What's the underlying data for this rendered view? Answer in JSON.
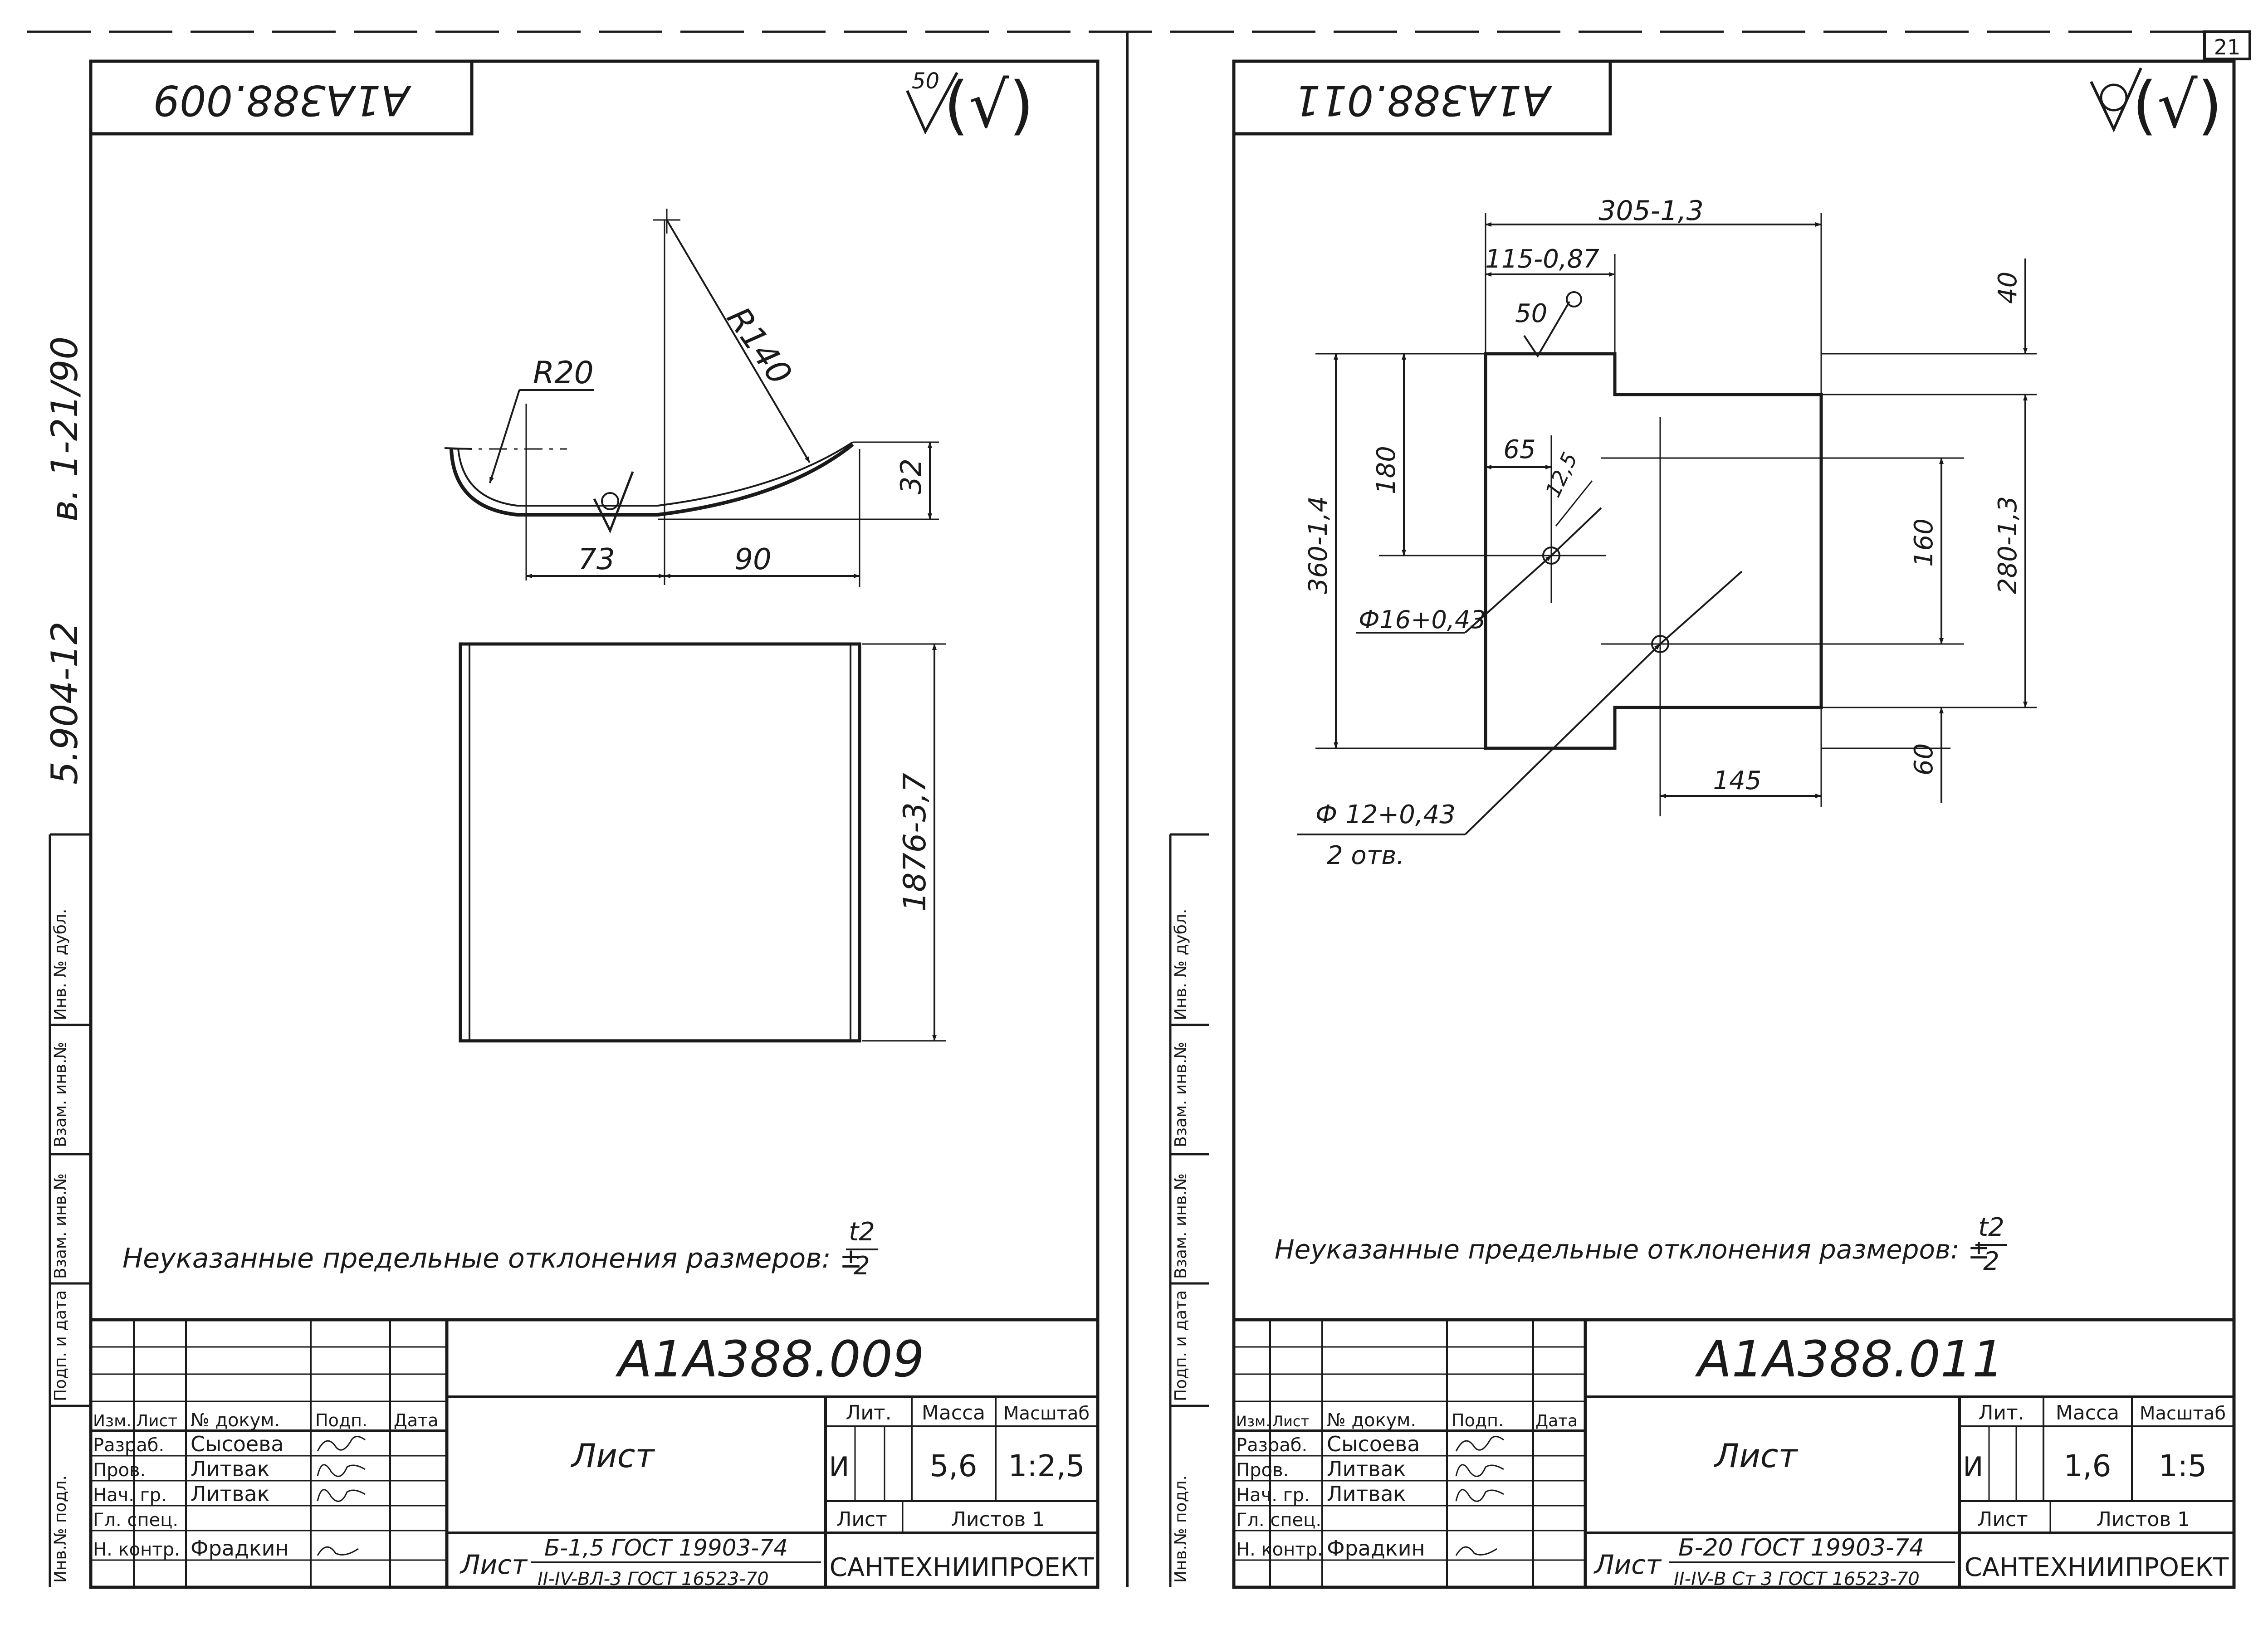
{
  "page_number": "21",
  "margin_labels": {
    "series": "5.904-12",
    "issue": "в. 1-21/90",
    "fields": [
      "Взам. инв.№",
      "Инв. № дубл.",
      "Подп. и дата",
      "Взам. инв.№",
      "Подп. и дата",
      "Инв.№ подл."
    ]
  },
  "sheets": [
    {
      "id": "left",
      "corner_designation": "А1А388.009",
      "roughness_value": "50",
      "roughness_general": "(√)",
      "dims": {
        "radius_big": "R140",
        "radius_small": "R20",
        "height": "32",
        "left_len": "73",
        "right_len": "90",
        "length": "1876-3,7"
      },
      "note": "Неуказанные предельные отклонения размеров: ±",
      "note_frac_num": "t2",
      "note_frac_den": "2",
      "title_block": {
        "designation": "А1А388.009",
        "name": "Лист",
        "headers": {
          "izm": "Изм.",
          "list": "Лист",
          "doc": "№ докум.",
          "sign": "Подп.",
          "date": "Дата"
        },
        "roles": [
          {
            "role": "Разраб.",
            "person": "Сысоева"
          },
          {
            "role": "Пров.",
            "person": "Литвак"
          },
          {
            "role": "Нач. гр.",
            "person": "Литвак"
          },
          {
            "role": "Гл. спец.",
            "person": ""
          },
          {
            "role": "Н. контр.",
            "person": "Фрадкин"
          }
        ],
        "lit_label": "Лит.",
        "mass_label": "Масса",
        "scale_label": "Масштаб",
        "lit": "И",
        "mass": "5,6",
        "scale": "1:2,5",
        "sheet_label": "Лист",
        "sheets_label": "Листов 1",
        "material_prefix": "Лист",
        "material_top": "Б-1,5 ГОСТ 19903-74",
        "material_bottom": "II-IV-ВЛ-3 ГОСТ 16523-70",
        "org": "САНТЕХНИИПРОЕКТ"
      }
    },
    {
      "id": "right",
      "corner_designation": "А1А388.011",
      "roughness_general": "(√)",
      "dims": {
        "width": "305-1,3",
        "top_step": "115-0,87",
        "roughness": "50",
        "d40": "40",
        "d180": "180",
        "d360": "360-1,4",
        "d65": "65",
        "d125": "12,5",
        "d160": "160",
        "d280": "280-1,3",
        "hole1": "Ф16+0,43",
        "hole2": "Ф 12+0,43",
        "holes_count": "2 отв.",
        "d145": "145",
        "d60": "60"
      },
      "note": "Неуказанные предельные отклонения размеров: ±",
      "note_frac_num": "t2",
      "note_frac_den": "2",
      "title_block": {
        "designation": "А1А388.011",
        "name": "Лист",
        "headers": {
          "izm": "Изм.",
          "list": "Лист",
          "doc": "№ докум.",
          "sign": "Подп.",
          "date": "Дата"
        },
        "roles": [
          {
            "role": "Разраб.",
            "person": "Сысоева"
          },
          {
            "role": "Пров.",
            "person": "Литвак"
          },
          {
            "role": "Нач. гр.",
            "person": "Литвак"
          },
          {
            "role": "Гл. спец.",
            "person": ""
          },
          {
            "role": "Н. контр.",
            "person": "Фрадкин"
          }
        ],
        "lit_label": "Лит.",
        "mass_label": "Масса",
        "scale_label": "Масштаб",
        "lit": "И",
        "mass": "1,6",
        "scale": "1:5",
        "sheet_label": "Лист",
        "sheets_label": "Листов 1",
        "material_prefix": "Лист",
        "material_top": "Б-20 ГОСТ 19903-74",
        "material_bottom": "II-IV-В Ст 3 ГОСТ 16523-70",
        "org": "САНТЕХНИИПРОЕКТ"
      }
    }
  ]
}
